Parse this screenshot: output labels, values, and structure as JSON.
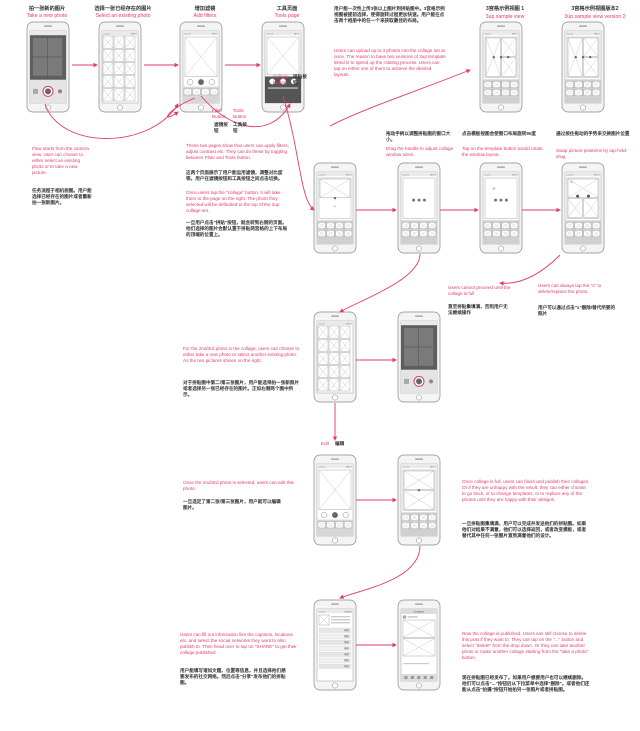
{
  "phone_ui": {
    "header_left": "Cancel",
    "header_right": "NEXT",
    "header_right_publish": "SHARE",
    "tool_collage": "Collage",
    "tool_filter": "Filter",
    "tool_tools": "Tools",
    "published_title": "Instagram"
  },
  "steps": {
    "take_photo_zh": "拍一张新的图片",
    "take_photo_en": "Take a new photo",
    "select_photo_zh": "选择一张已经存在的图片",
    "select_photo_en": "Select an existing photo",
    "add_filters_zh": "增加滤镜",
    "add_filters_en": "Add filters",
    "tools_page_zh": "工具页面",
    "tools_page_en": "Tools page",
    "sample_view_1": "3宫格示例视图 1",
    "sample_view_1_en": "3up sample view",
    "sample_view_2": "3宫格示例视图版本2",
    "sample_view_2_en": "3up sample view version 2"
  },
  "labels": {
    "collage_button_en": "Collage Button",
    "collage_button_zh": "拼贴按钮",
    "filter_button_en": "Filter Button",
    "filter_button_zh": "滤镜按钮",
    "tools_button_en": "Tools Button",
    "tools_button_zh": "工具按钮",
    "edit_en": "Edit",
    "edit_zh": "编辑"
  },
  "notes": {
    "flow_en": "Flow starts from the camera view. User can choose to either select an existing photo or to take a new picture.",
    "flow_zh": "任务流程于相机视图。用户能选择已经存在的图片或者重新拍一张新图片。",
    "upload_zh": "用户能一次性上传3张以上图片到拼贴图中。3宫格示例视图被提前选择，使得旋转过程更加快速。用户能在点击两个相册中的任一个来获取最佳的布局。",
    "upload_en": "Users can upload up to 3 photos into the collage set at once. The reason to have two versions of 3up template listed is to speed up the rotating process. Users can tap on either one of them to achieve the desired layouts",
    "filter_en": "These two pages show that users can apply filters, adjust contrast etc. They can do these by toggling between Filter and Tools button.",
    "filter_zh": "这两个页面展示了用户能运用滤镜，调整对比度等。用户在滤镜按钮和工具按钮之间点击切换。",
    "collage_en": "Once users tap the \"collage\" button, it will take them to the page on the right. The photo they selected will be defaulted to the top of the 2up collage set.",
    "collage_zh": "一旦用户点击\"拼贴\"按钮，就会转到右侧的页面。他们选择的图片会默认置于拼贴两宫格的上下布局的顶端的位置上。",
    "drag_zh": "拖动手柄以调整拼贴图的窗口大小。",
    "drag_en": "Drag the handle to adjust collage window sizes",
    "rotate_zh": "点击模板视图会使窗口布局旋转90度",
    "rotate_en": "Tap on the template button would rotate the window layout.",
    "swap_zh": "通过按住拖动的手势来交换图片位置",
    "swap_en": "Swap picture positions by tap-hold-drag",
    "cannot_en": "Users cannot proceed until the collage is full",
    "cannot_zh": "直至拼贴集填满，否则用户无法继续操作",
    "tapx_en": "Users can always tap the \"x\" to delete/replace the photo.",
    "tapx_zh": "用户可以通过点击\"x\"删除/替代所要的照片",
    "second_en": "For the 2nd/3rd photo in the collage, users can choose to either take a new photo or select another existing photo. As the two pictures shown on the right.",
    "second_zh": "对于拼贴图中第二/第三张图片，用户能选择拍一张新照片或者选择另一张已经存在的图片。正如右侧两个图中所示。",
    "selected_en": "Once the 2nd/3rd photo is selected, users can edit this photo.",
    "selected_zh": "一旦选定了第二张/第三张图片，用户就可以编辑图片。",
    "full_en": "Once collage is full, users can finish and publish their collages. Or if they are unhappy with the result, they can either choose to go back, or to change templates; or to replace any of the photos until they are happy with their designs.",
    "full_zh": "一旦拼贴图集填满，用户可以完成并发送他们的拼贴图。如果他们对结果不满意，他们可以选择返回，或者改变模板，或者替代其中任何一张图片直到满意他们的设计。",
    "info_en": "Users can fill out information like the captions, locations etc. and select the social networks they want to also publish to. Then head over to tap on \"SHARE\" to get their collage published",
    "info_zh": "用户能填写诸如文题、位置等信息，并且选择他们想要发布的社交网络。然后点击\"分享\"发布他们的拼贴图。",
    "published_en": "Now the collage is published. Users can still choose to delete this post if they want to. They can tap on the \"...\" button and select \"delete\" from the drop down. Or they can take another photo or make another collage starting from the \"take a photo\" button.",
    "published_zh": "现在拼贴图已经发布了。如果用户想要用户也可以继续删除。他们可以点击\"...\"按钮后从下拉菜单中选择\"删除\"。或者他们还能从点击\"拍摄\"按钮开始拍另一张照片或者拼贴图。"
  }
}
